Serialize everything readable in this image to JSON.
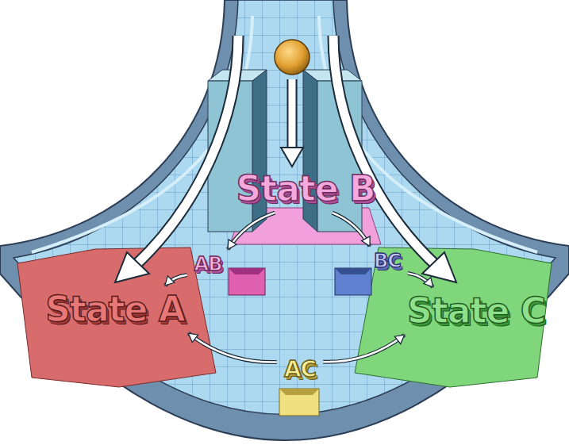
{
  "diagram": {
    "nodes": [
      {
        "text": [
          "State B"
        ]
      },
      {
        "text": [
          "AB"
        ]
      },
      {
        "text": [
          "BC"
        ]
      },
      {
        "text": [
          "State A"
        ]
      },
      {
        "text": [
          "State C"
        ]
      },
      {
        "text": [
          "AC"
        ]
      }
    ],
    "edges": [
      {
        "from": 0,
        "to": 1,
        "arrow": "to"
      },
      {
        "from": 0,
        "to": 2,
        "arrow": "to"
      },
      {
        "from": 1,
        "to": 3,
        "arrow": "to"
      },
      {
        "from": 2,
        "to": 4,
        "arrow": "to"
      },
      {
        "from": 5,
        "to": 3,
        "arrow": "to"
      },
      {
        "from": 5,
        "to": 4,
        "arrow": "to"
      }
    ]
  }
}
